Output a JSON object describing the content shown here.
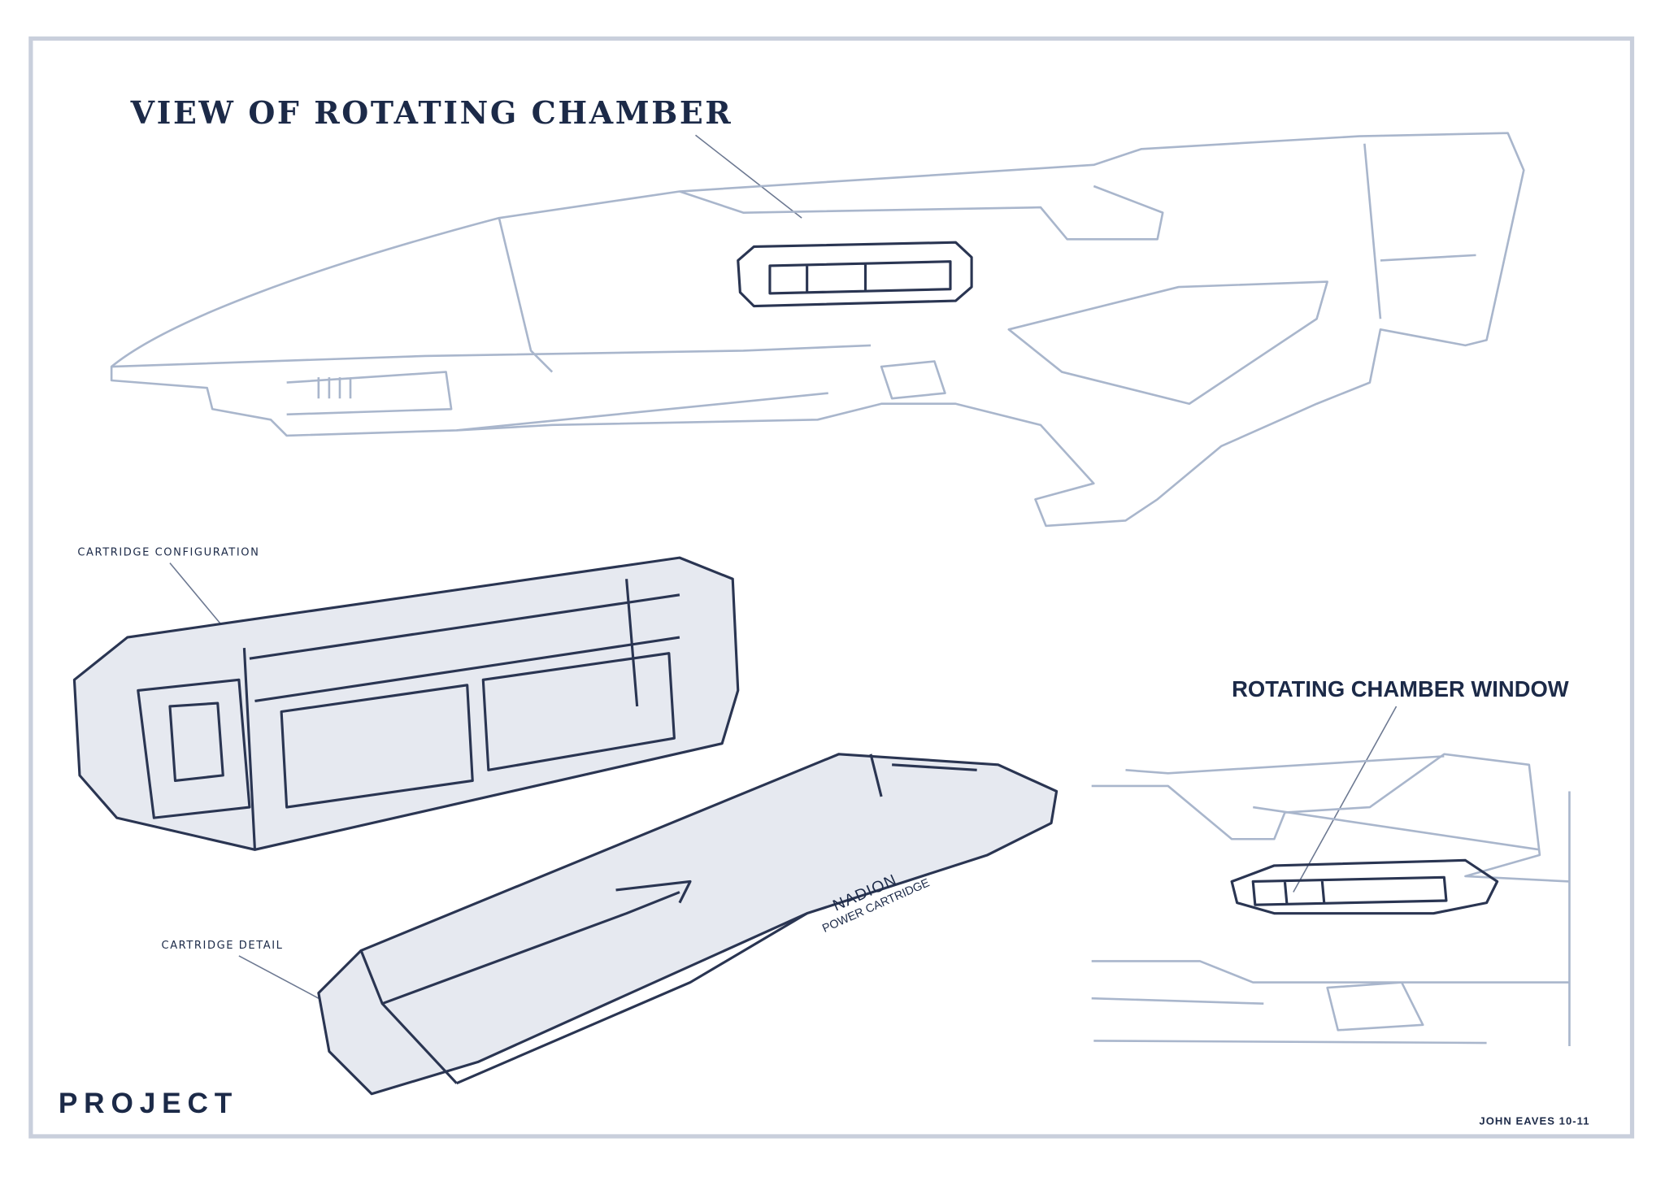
{
  "title": "VIEW OF ROTATING CHAMBER",
  "labels": {
    "cartridge_configuration": "CARTRIDGE CONFIGURATION",
    "cartridge_detail": "CARTRIDGE DETAIL",
    "rotating_chamber_window": "ROTATING CHAMBER WINDOW"
  },
  "cartridge_text": {
    "line1": "NADION",
    "line2": "POWER CARTRIDGE"
  },
  "logo": "PROJECT",
  "signature": "JOHN EAVES 10-11",
  "colors": {
    "ink": "#1c2a48",
    "sketch_light": "#a9b6cc",
    "frame": "#c9cfdc"
  }
}
